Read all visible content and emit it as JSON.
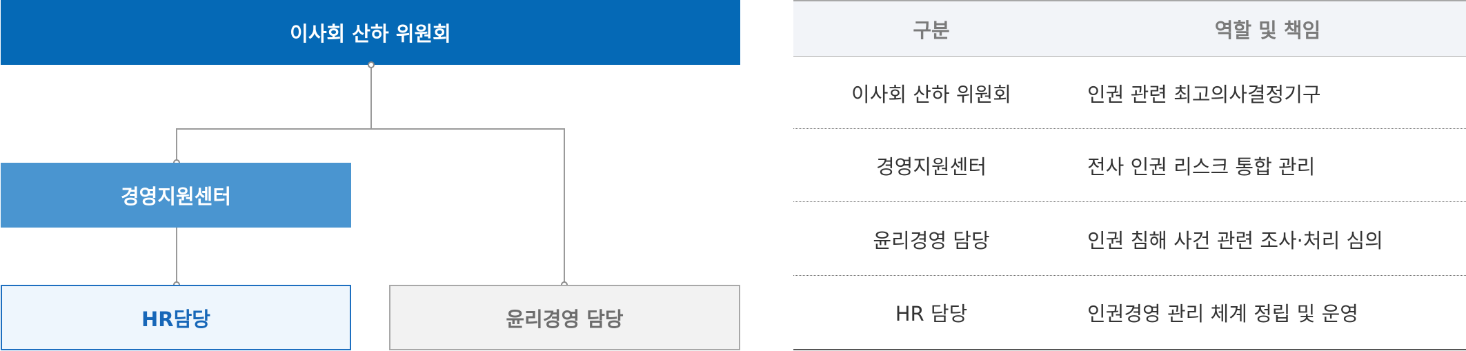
{
  "org_chart": {
    "top": "이사회 산하 위원회",
    "management": "경영지원센터",
    "hr": "HR담당",
    "ethics": "윤리경영 담당"
  },
  "table": {
    "headers": [
      "구분",
      "역할 및 책임"
    ],
    "rows": [
      {
        "division": "이사회 산하 위원회",
        "role": "인권 관련 최고의사결정기구"
      },
      {
        "division": "경영지원센터",
        "role": "전사 인권 리스크 통합 관리"
      },
      {
        "division": "윤리경영 담당",
        "role": "인권 침해 사건 관련 조사·처리 심의"
      },
      {
        "division": "HR 담당",
        "role": "인권경영 관리 체계 정립 및 운영"
      }
    ]
  },
  "colors": {
    "top_box": "#0569b6",
    "management_box": "#4a95d0",
    "hr_box_border": "#1d6fc0",
    "ethics_box_border": "#a8a8a8",
    "connector": "#9a9a9a"
  }
}
